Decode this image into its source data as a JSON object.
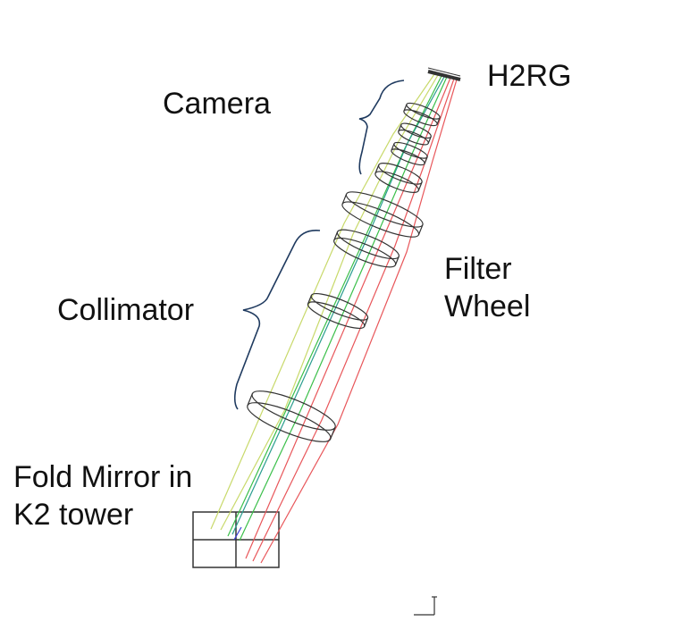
{
  "labels": {
    "detector": "H2RG",
    "camera": "Camera",
    "filter_wheel_line1": "Filter",
    "filter_wheel_line2": "Wheel",
    "collimator": "Collimator",
    "fold_mirror_line1": "Fold Mirror in",
    "fold_mirror_line2": "K2 tower"
  },
  "colors": {
    "ray_red": "#e8565a",
    "ray_green": "#3bbf4a",
    "ray_yellow": "#c8d96a",
    "ray_blue": "#3a3ad8",
    "ray_teal": "#2a9d8f",
    "lens": "#333333",
    "bracket": "#1f3a5f",
    "mirror_box": "#333333"
  }
}
